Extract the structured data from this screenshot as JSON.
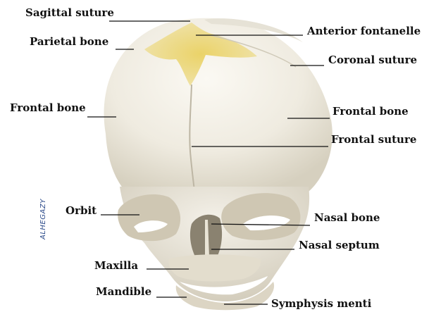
{
  "labels": {
    "sagittal_suture": "Sagittal suture",
    "parietal_bone": "Parietal bone",
    "anterior_fontanelle": "Anterior fontanelle",
    "coronal_suture": "Coronal suture",
    "frontal_bone_left": "Frontal bone",
    "frontal_bone_right": "Frontal bone",
    "frontal_suture": "Frontal suture",
    "orbit": "Orbit",
    "nasal_bone": "Nasal bone",
    "nasal_septum": "Nasal septum",
    "maxilla": "Maxilla",
    "mandible": "Mandible",
    "symphysis_menti": "Symphysis menti"
  },
  "watermark": "ALHEGAZY",
  "colors": {
    "bone": "#f1ede2",
    "bone_shade": "#d8d2c2",
    "fontanelle": "#e8d36a",
    "pointer_line": "#111111",
    "watermark": "#2b4a8a"
  }
}
